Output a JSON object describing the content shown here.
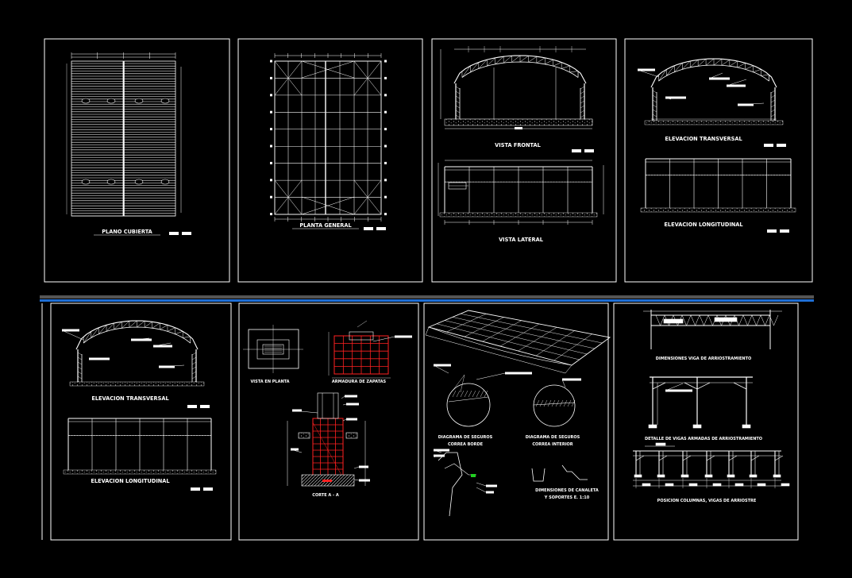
{
  "sheets": [
    {
      "id": "s1",
      "titles": [
        "PLANO CUBIERTA"
      ]
    },
    {
      "id": "s2",
      "titles": [
        "PLANTA GENERAL"
      ]
    },
    {
      "id": "s3",
      "titles": [
        "VISTA FRONTAL",
        "VISTA LATERAL"
      ]
    },
    {
      "id": "s4",
      "titles": [
        "ELEVACION TRANSVERSAL",
        "ELEVACION LONGITUDINAL"
      ]
    },
    {
      "id": "s5",
      "titles": [
        "ELEVACION TRANSVERSAL",
        "ELEVACION LONGITUDINAL"
      ]
    },
    {
      "id": "s6",
      "titles": [
        "VISTA EN PLANTA",
        "ARMADURA DE ZAPATAS",
        "CORTE A - A"
      ]
    },
    {
      "id": "s7",
      "titles": [
        "DIAGRAMA DE SEGUROS",
        "CORREA BORDE",
        "DIAGRAMA DE SEGUROS",
        "CORREA INTERIOR",
        "DIMENSIONES DE CANALETA",
        "Y SOPORTES E. 1:10"
      ]
    },
    {
      "id": "s8",
      "titles": [
        "DIMENSIONES VIGA DE ARRIOSTRAMIENTO",
        "DETALLE DE VIGAS ARMADAS DE ARRIOSTRAMIENTO",
        "POSICION COLUMNAS, VIGAS DE ARRIOSTRE"
      ]
    }
  ],
  "colors": {
    "background": "#000000",
    "line": "#ffffff",
    "hatch": "#ff2020",
    "divider": "#1f6fd6",
    "divider_top": "#555555"
  }
}
